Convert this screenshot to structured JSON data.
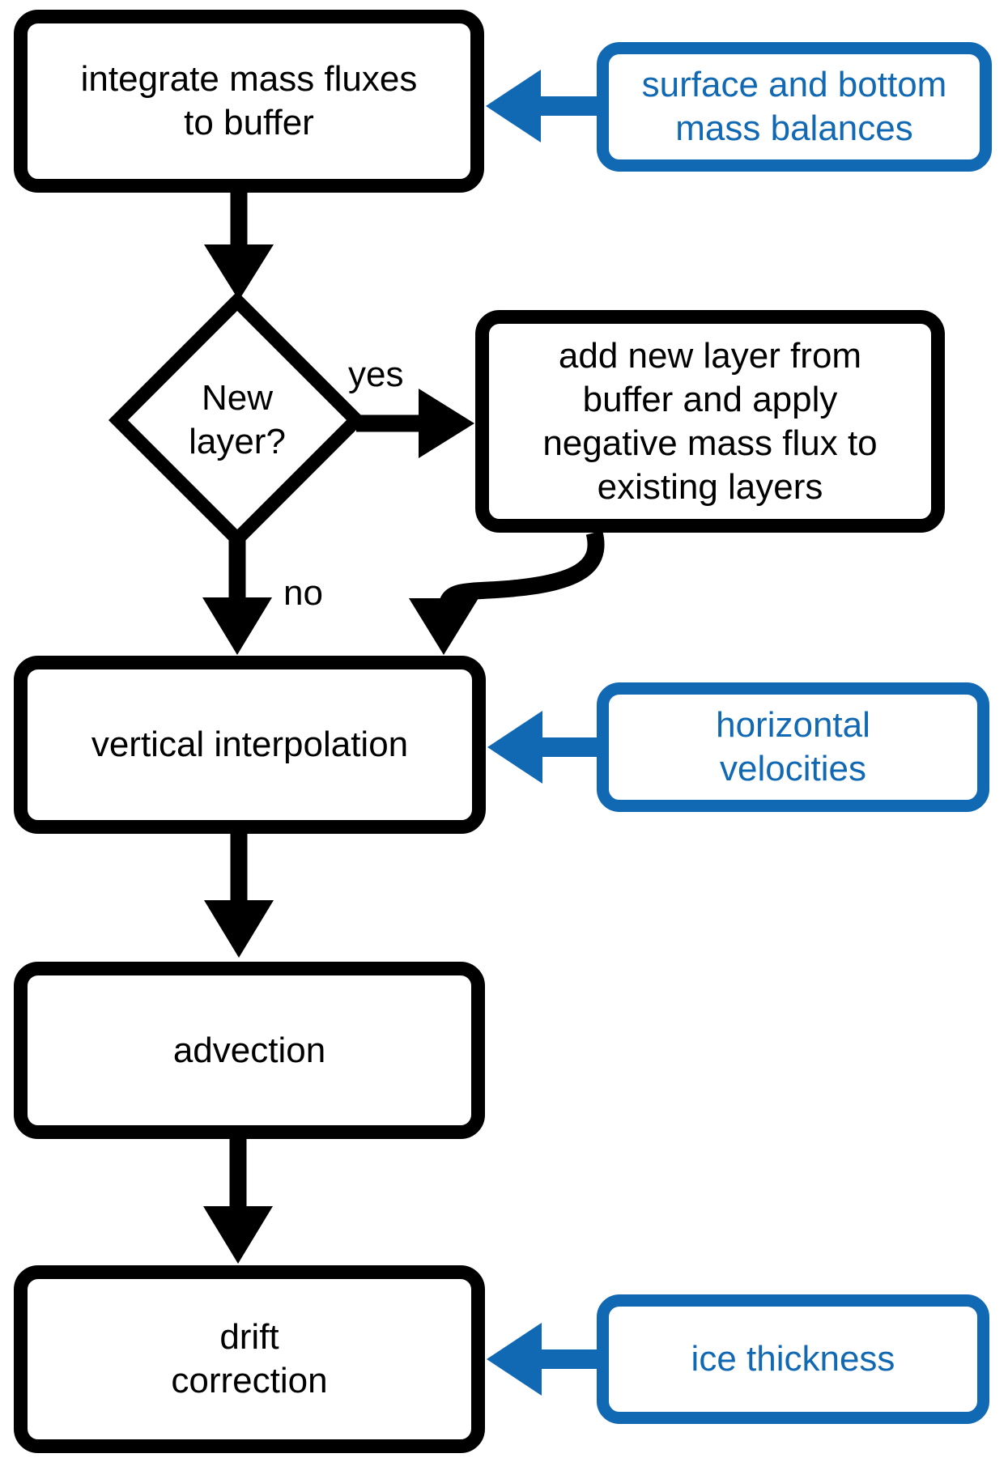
{
  "colors": {
    "accent_blue": "#1169b4",
    "black": "#000000",
    "background": "#ffffff"
  },
  "nodes": {
    "integrate": {
      "lines": [
        "integrate mass fluxes",
        "to buffer"
      ]
    },
    "surface_bottom": {
      "lines": [
        "surface and bottom",
        "mass balances"
      ]
    },
    "new_layer_decision": {
      "lines": [
        "New",
        "layer?"
      ]
    },
    "add_new_layer": {
      "lines": [
        "add new layer from",
        "buffer and apply",
        "negative mass flux to",
        "existing layers"
      ]
    },
    "vertical_interpolation": {
      "lines": [
        "vertical interpolation"
      ]
    },
    "horizontal_velocities": {
      "lines": [
        "horizontal",
        "velocities"
      ]
    },
    "advection": {
      "lines": [
        "advection"
      ]
    },
    "drift_correction": {
      "lines": [
        "drift",
        "correction"
      ]
    },
    "ice_thickness": {
      "lines": [
        "ice thickness"
      ]
    }
  },
  "edge_labels": {
    "yes": "yes",
    "no": "no"
  }
}
